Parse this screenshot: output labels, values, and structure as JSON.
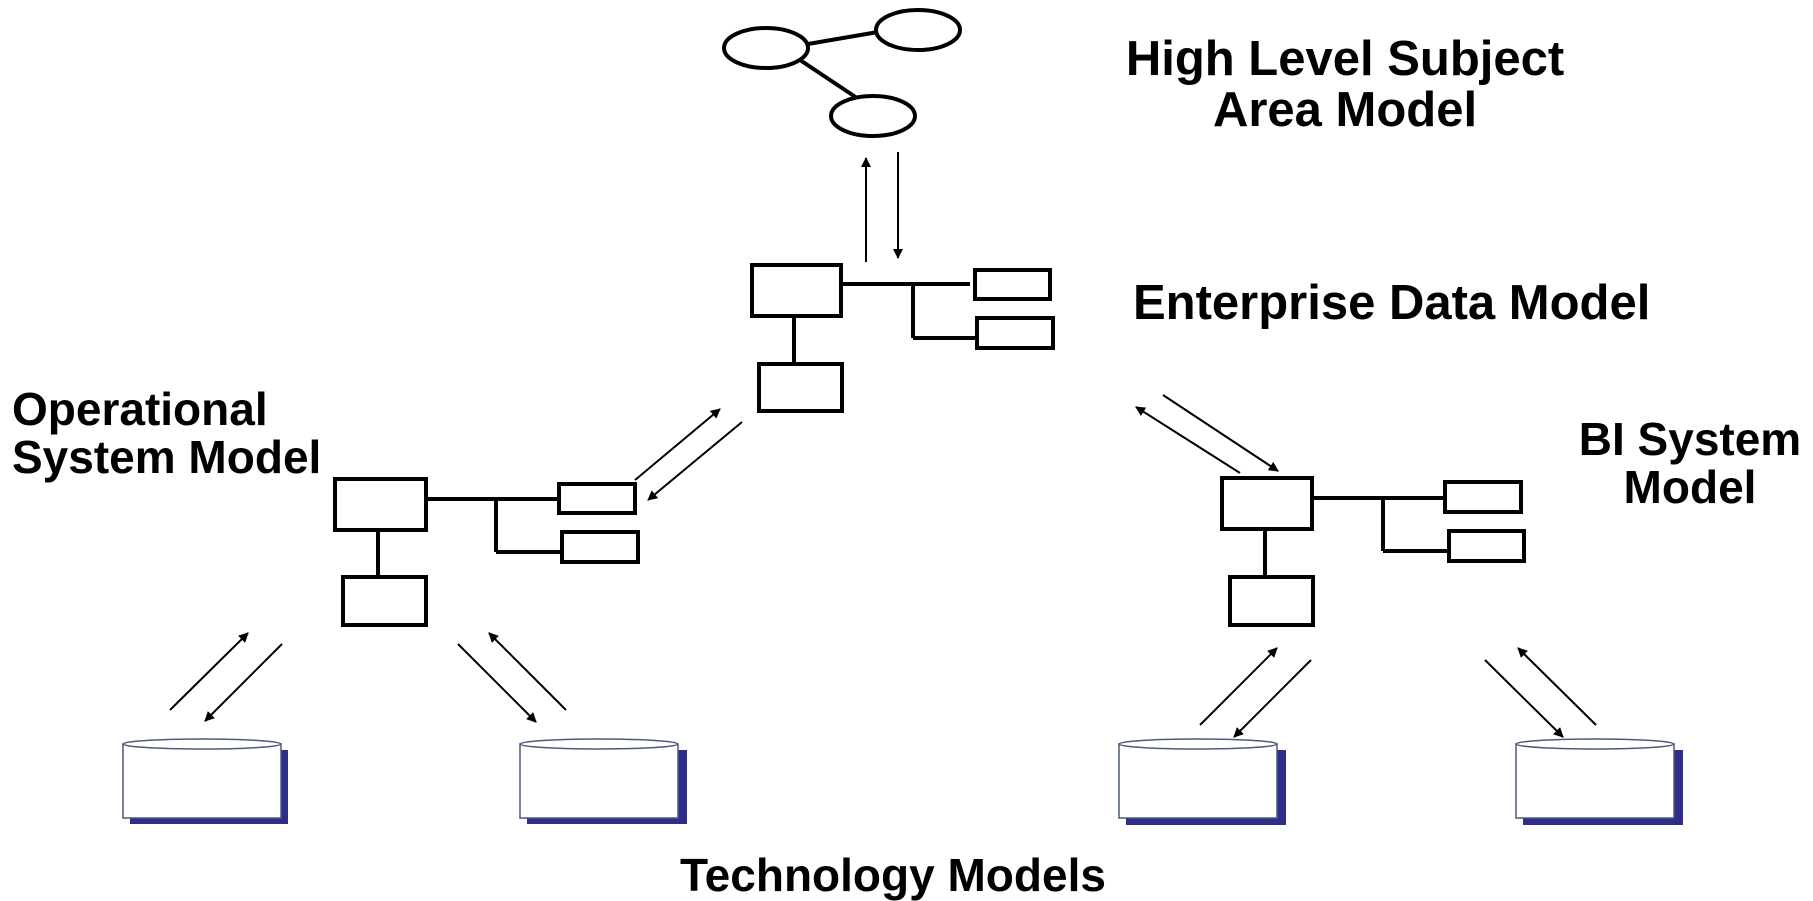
{
  "labels": {
    "high_level": {
      "line1": "High Level Subject",
      "line2": "Area Model"
    },
    "enterprise": "Enterprise Data Model",
    "operational": {
      "line1": "Operational",
      "line2": "System Model"
    },
    "bi": {
      "line1": "BI System",
      "line2": "Model"
    },
    "technology": "Technology Models"
  },
  "colors": {
    "line": "#000000",
    "db_outline": "#4a5a7a",
    "db_shadow": "#2e2e8a",
    "background": "#ffffff"
  }
}
